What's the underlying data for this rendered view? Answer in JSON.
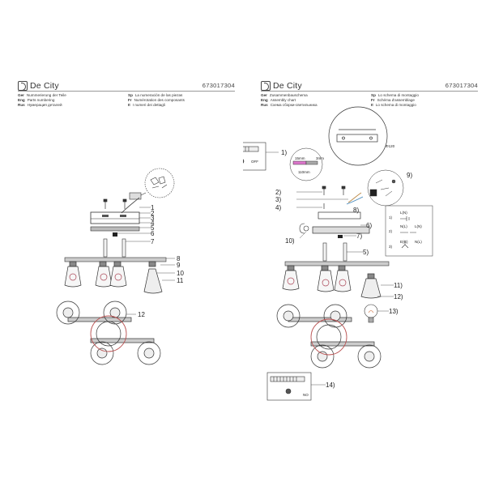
{
  "brand": "De City",
  "article": "673017304",
  "left": {
    "header": [
      {
        "lang": "Ger",
        "text": "Nummerierung der Teile"
      },
      {
        "lang": "Sp",
        "text": "La numeración de las piezas"
      },
      {
        "lang": "Eng",
        "text": "Parts numbering"
      },
      {
        "lang": "Fr",
        "text": "Numérotation des composants"
      },
      {
        "lang": "Rus",
        "text": "Нумерация деталей"
      },
      {
        "lang": "It",
        "text": "I numeri dei dettagli"
      }
    ],
    "parts": [
      "1",
      "2",
      "3",
      "4",
      "5",
      "6",
      "7",
      "8",
      "9",
      "10",
      "11",
      "12"
    ]
  },
  "right": {
    "header": [
      {
        "lang": "Ger",
        "text": "Zusammenbauschema"
      },
      {
        "lang": "Sp",
        "text": "Lo schema di montaggio"
      },
      {
        "lang": "Eng",
        "text": "Assembly chart"
      },
      {
        "lang": "Fr",
        "text": "Schéma d'assemblage"
      },
      {
        "lang": "Rus",
        "text": "Схема сборки-светильника"
      },
      {
        "lang": "It",
        "text": "Lo schema di montaggio"
      }
    ],
    "steps": [
      "1)",
      "2)",
      "3)",
      "4)",
      "6)",
      "7)",
      "8)",
      "9)",
      "10)",
      "5)",
      "11)",
      "12)",
      "13)",
      "14)"
    ],
    "wire_steps": [
      "1)",
      "2)",
      "3)"
    ],
    "label_off": "OFF",
    "label_no": "NO",
    "dim_120": "Φ120",
    "dim_15": "15mm",
    "dim_3": "3mm",
    "dim_110": "110mm",
    "wire_l": "L(N)",
    "wire_n": "N(L)",
    "wire_e": "E(G)",
    "wire_l2": "L(N)",
    "wire_n2": "N(L)"
  }
}
